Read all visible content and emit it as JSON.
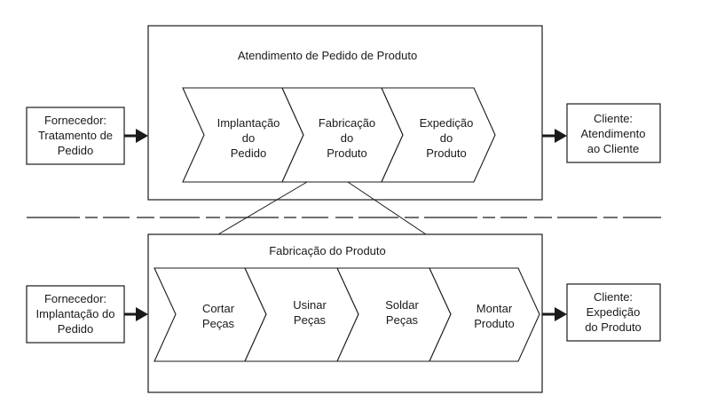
{
  "top_process": {
    "title": "Atendimento de Pedido de Produto",
    "supplier": [
      "Fornecedor:",
      "Tratamento de",
      "Pedido"
    ],
    "customer": [
      "Cliente:",
      "Atendimento",
      "ao Cliente"
    ],
    "steps": [
      [
        "Implantação",
        "do",
        "Pedido"
      ],
      [
        "Fabricação",
        "do",
        "Produto"
      ],
      [
        "Expedição",
        "do",
        "Produto"
      ]
    ]
  },
  "bottom_process": {
    "title": "Fabricação do Produto",
    "supplier": [
      "Fornecedor:",
      "Implantação do",
      "Pedido"
    ],
    "customer": [
      "Cliente:",
      "Expedição",
      "do Produto"
    ],
    "steps": [
      [
        "Cortar",
        "Peças"
      ],
      [
        "Usinar",
        "Peças"
      ],
      [
        "Soldar",
        "Peças"
      ],
      [
        "Montar",
        "Produto"
      ]
    ]
  }
}
